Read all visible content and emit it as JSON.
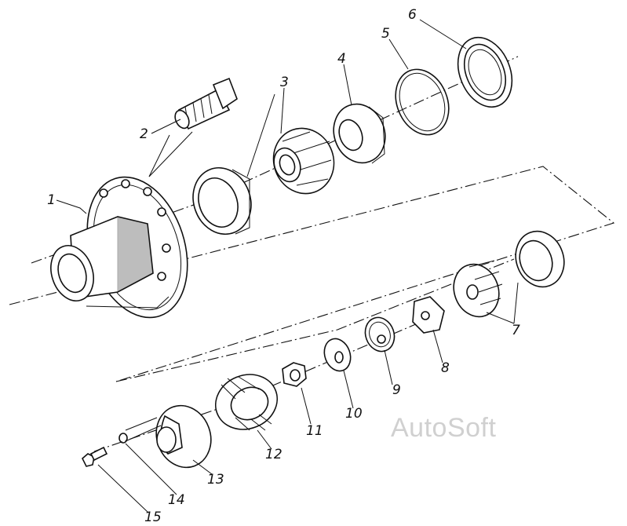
{
  "callouts": [
    {
      "id": "c1",
      "text": "1"
    },
    {
      "id": "c2",
      "text": "2"
    },
    {
      "id": "c3",
      "text": "3"
    },
    {
      "id": "c4",
      "text": "4"
    },
    {
      "id": "c5",
      "text": "5"
    },
    {
      "id": "c6",
      "text": "6"
    },
    {
      "id": "c7",
      "text": "7"
    },
    {
      "id": "c8",
      "text": "8"
    },
    {
      "id": "c9",
      "text": "9"
    },
    {
      "id": "c10",
      "text": "10"
    },
    {
      "id": "c11",
      "text": "11"
    },
    {
      "id": "c12",
      "text": "12"
    },
    {
      "id": "c13",
      "text": "13"
    },
    {
      "id": "c14",
      "text": "14"
    },
    {
      "id": "c15",
      "text": "15"
    }
  ],
  "watermark": "AutoSoft",
  "colors": {
    "ink": "#111111",
    "paper": "#ffffff",
    "watermark": "#d0d0d0"
  }
}
